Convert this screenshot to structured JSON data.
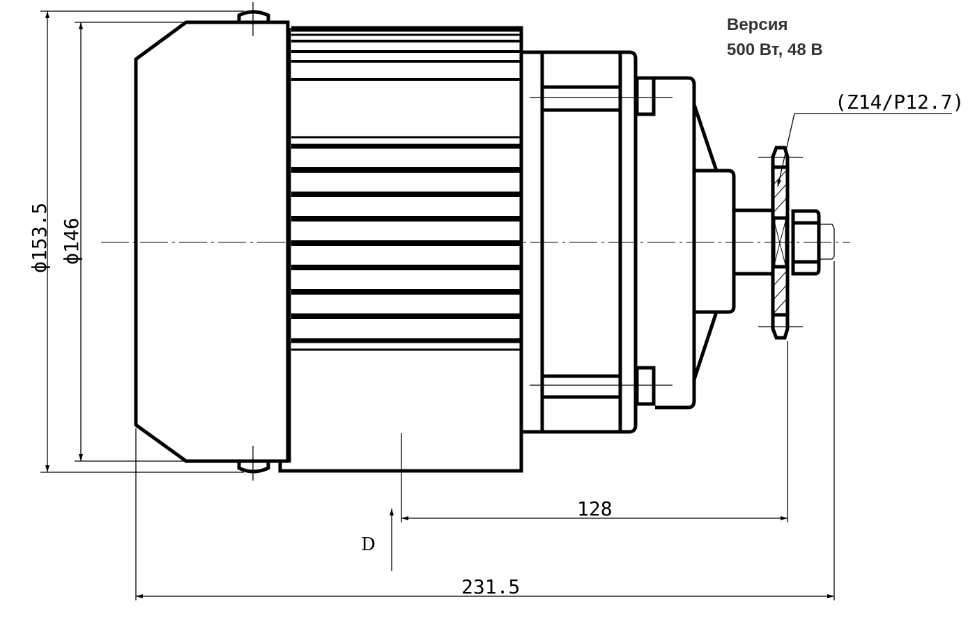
{
  "title": {
    "line1": "Версия",
    "line2": "500 Вт, 48 В"
  },
  "dimensions": {
    "outer_diameter": "ϕ153.5",
    "inner_diameter": "ϕ146",
    "shaft_length": "128",
    "total_length": "231.5",
    "view_label": "D",
    "sprocket": "(Z14/P12.7)"
  }
}
